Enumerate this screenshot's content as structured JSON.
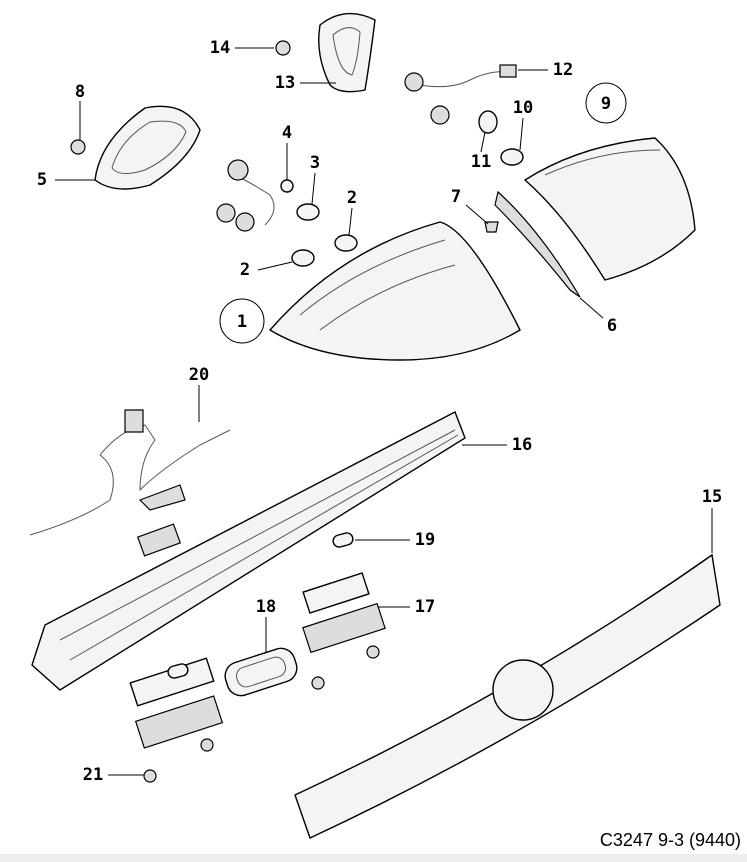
{
  "diagram": {
    "code": "C3247 9-3 (9440)",
    "callouts": [
      "1",
      "2",
      "2",
      "3",
      "4",
      "5",
      "6",
      "7",
      "8",
      "9",
      "10",
      "11",
      "12",
      "13",
      "14",
      "15",
      "16",
      "17",
      "18",
      "19",
      "20",
      "21"
    ]
  }
}
